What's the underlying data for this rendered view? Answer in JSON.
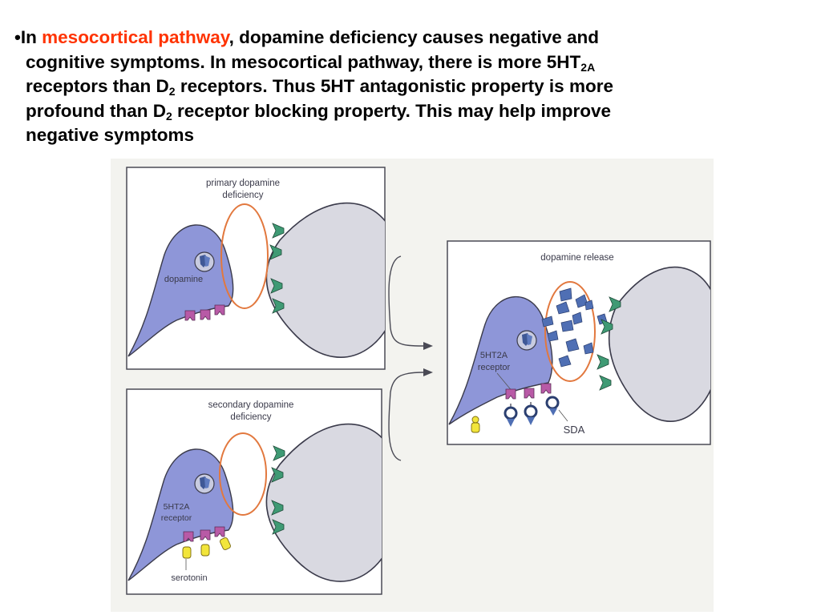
{
  "text_block": {
    "bullet": "•",
    "in": "In",
    "highlight": "mesocortical pathway",
    "line1_rest": ", dopamine deficiency causes negative and",
    "line2_main": "cognitive symptoms. In mesocortical pathway, there is more 5HT",
    "line2_sub": "2A",
    "line3_a": "receptors than D",
    "line3_sub": "2",
    "line3_b": " receptors. Thus 5HT antagonistic property is more",
    "line4_a": "profound than D",
    "line4_sub": "2",
    "line4_b": " receptor blocking property. This may help improve",
    "line5": "negative symptoms"
  },
  "panel_primary": {
    "title_1": "primary dopamine",
    "title_2": "deficiency",
    "vesicle_label": "dopamine"
  },
  "panel_secondary": {
    "title_1": "secondary dopamine",
    "title_2": "deficiency",
    "receptor_1": "5HT2A",
    "receptor_2": "receptor",
    "ligand": "serotonin"
  },
  "panel_release": {
    "title": "dopamine release",
    "receptor_1": "5HT2A",
    "receptor_2": "receptor",
    "drug": "SDA"
  },
  "colors": {
    "highlight": "#ff3300",
    "presynaptic_neuron": "#8e96d8",
    "postsynaptic_neuron": "#d9d9e1",
    "synaptic_cleft_outline": "#e2783e",
    "d2_receptor": "#3f9a74",
    "receptor_5ht2a": "#b85aa6",
    "serotonin": "#f2e53b",
    "dopamine_molecule": "#4f6fb4",
    "figure_background": "#f3f3ef"
  }
}
